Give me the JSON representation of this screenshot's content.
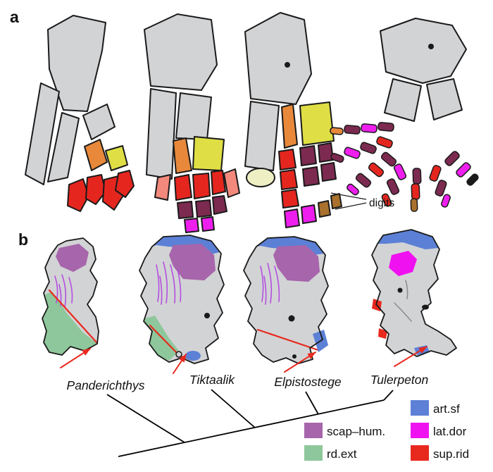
{
  "panels": {
    "a": "a",
    "b": "b"
  },
  "annotations": {
    "digits": "digits"
  },
  "taxa": [
    {
      "name": "Panderichthys"
    },
    {
      "name": "Tiktaalik"
    },
    {
      "name": "Elpistostege"
    },
    {
      "name": "Tulerpeton"
    }
  ],
  "legend": [
    {
      "id": "scap-hum",
      "label": "scap–hum.",
      "color": "#a765ab"
    },
    {
      "id": "rd-ext",
      "label": "rd.ext",
      "color": "#8ec79b"
    },
    {
      "id": "art-sf",
      "label": "art.sf",
      "color": "#5c80d6"
    },
    {
      "id": "lat-dor",
      "label": "lat.dor",
      "color": "#f011f0"
    },
    {
      "id": "sup-rid",
      "label": "sup.rid",
      "color": "#e8291d"
    }
  ],
  "colors": {
    "background": "#ffffff",
    "bone": "#d2d3d5",
    "outline": "#1a1a1a",
    "orange": "#e8883a",
    "yellow": "#dfdf45",
    "pale_yellow": "#efefc4",
    "red": "#e5261f",
    "salmon": "#f2897c",
    "maroon": "#7c2a50",
    "magenta": "#ee1fee",
    "brown": "#a9712d",
    "scap_hum": "#a765ab",
    "rd_ext": "#8ec79b",
    "art_sf": "#5c80d6",
    "lat_dor": "#f011f0",
    "sup_rid": "#e8291d",
    "striae": "#b44fe0",
    "tree": "#000000"
  }
}
